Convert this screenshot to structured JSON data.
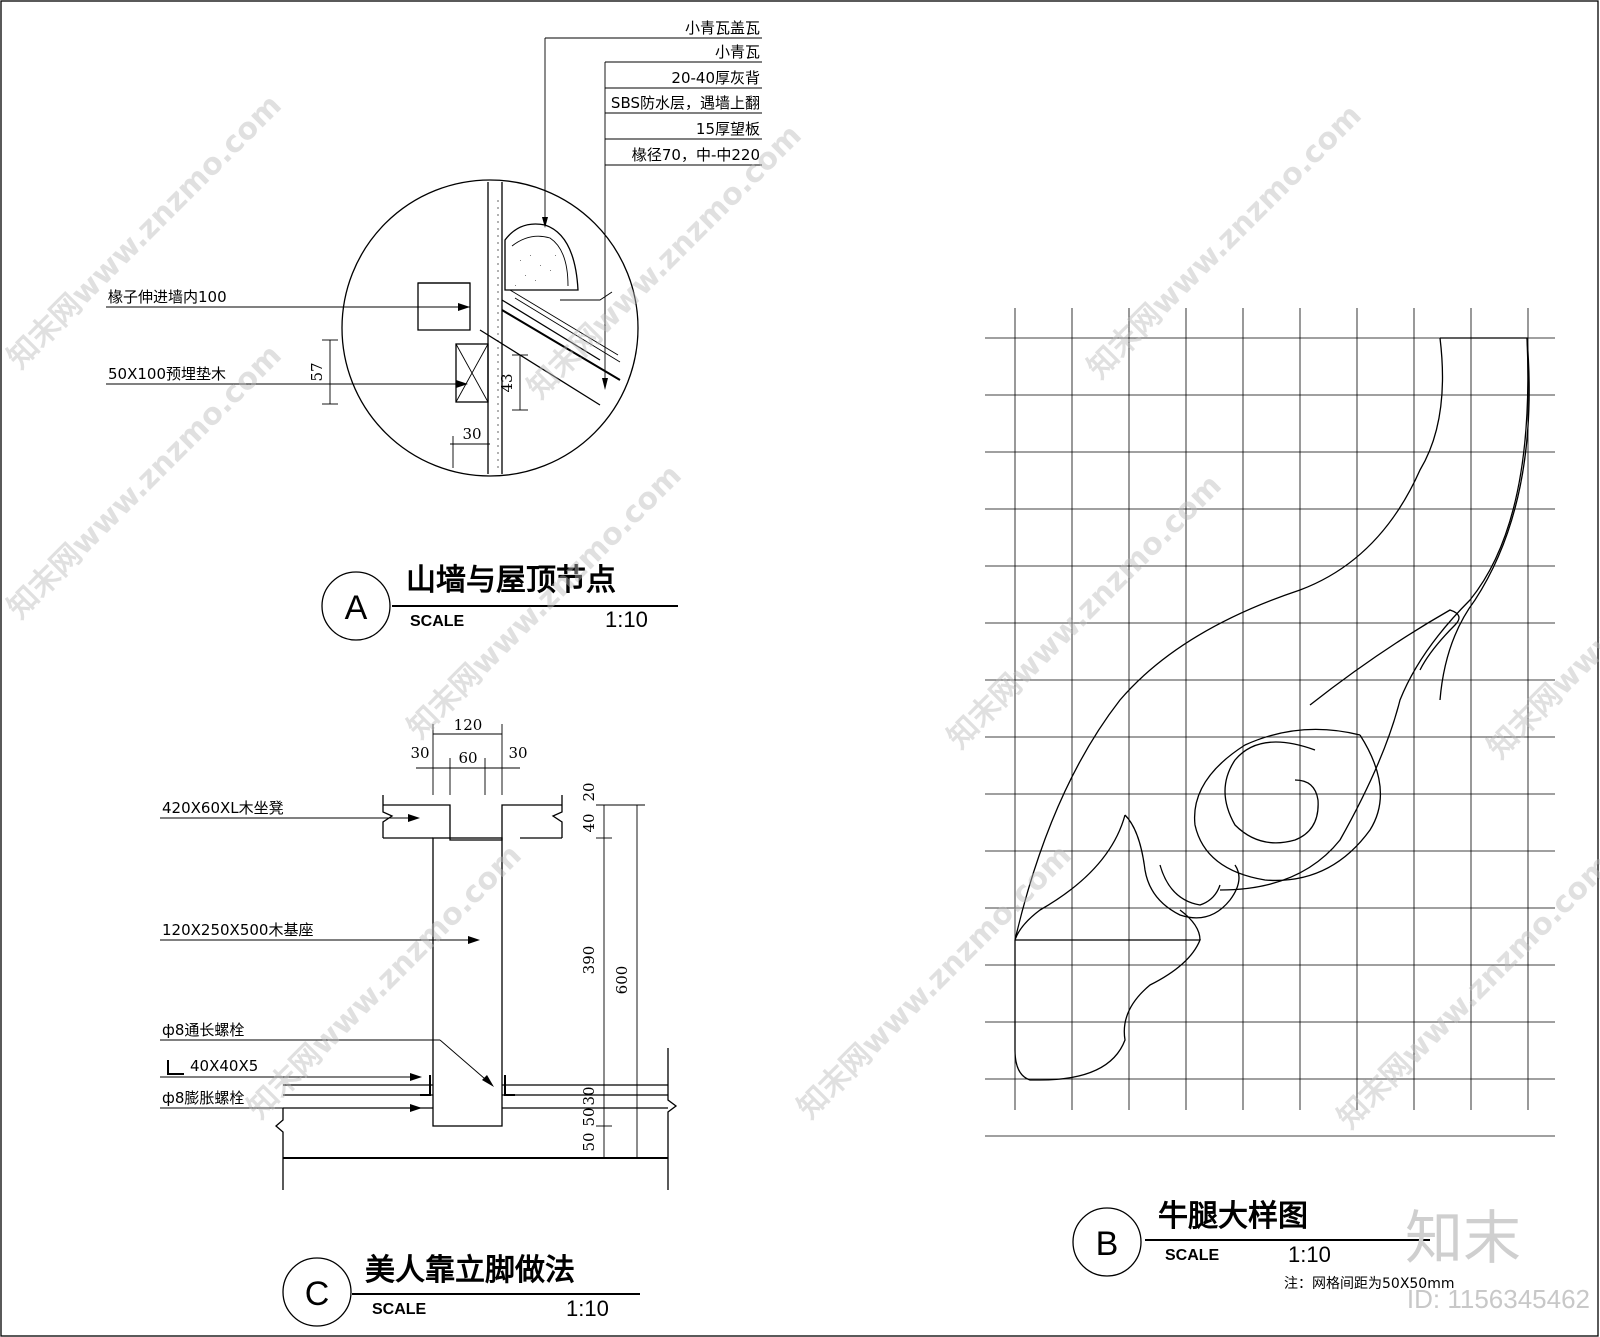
{
  "details": {
    "A": {
      "marker": "A",
      "title": "山墙与屋顶节点",
      "scale_label": "SCALE",
      "scale_value": "1:10",
      "layers": [
        "小青瓦盖瓦",
        "小青瓦",
        "20-40厚灰背",
        "SBS防水层，遇墙上翻",
        "15厚望板",
        "椽径70，中-中220"
      ],
      "labels": {
        "rafter": "椽子伸进墙内100",
        "block": "50X100预埋垫木"
      },
      "dims": {
        "d57": "57",
        "d43": "43",
        "d30": "30"
      }
    },
    "B": {
      "marker": "B",
      "title": "牛腿大样图",
      "scale_label": "SCALE",
      "scale_value": "1:10",
      "note": "注：网格间距为50X50mm"
    },
    "C": {
      "marker": "C",
      "title": "美人靠立脚做法",
      "scale_label": "SCALE",
      "scale_value": "1:10",
      "labels": {
        "seat": "420X60XL木坐凳",
        "base": "120X250X500木基座",
        "bolt": "ф8通长螺栓",
        "angle": "40X40X5",
        "exp": "ф8膨胀螺栓"
      },
      "dims": {
        "d120": "120",
        "d30a": "30",
        "d60": "60",
        "d30b": "30",
        "d20": "20",
        "d40": "40",
        "d390": "390",
        "d600": "600",
        "d30c": "30",
        "d50a": "50",
        "d50b": "50"
      }
    }
  },
  "watermark": {
    "site": "知末网www.znzmo.com",
    "logo": "知末",
    "id": "ID: 1156345462"
  }
}
